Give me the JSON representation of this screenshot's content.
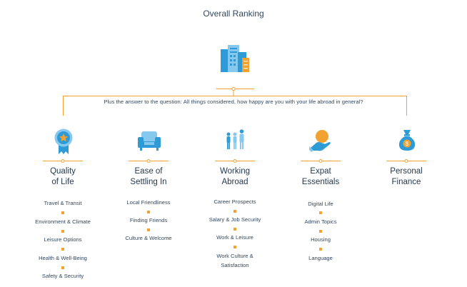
{
  "title": "Overall Ranking",
  "question": "Plus the answer to the question: All things considered, how happy are you with your life abroad in general?",
  "colors": {
    "accent": "#f2a230",
    "blue": "#2e9bd6",
    "light_blue": "#86c8ee",
    "text": "#2a3f57"
  },
  "icons": {
    "top": "office-buildings-icon",
    "quality": "award-ribbon-icon",
    "ease": "armchair-icon",
    "working": "people-group-icon",
    "essentials": "hand-with-coin-icon",
    "finance": "money-bag-icon"
  },
  "categories": [
    {
      "label": "Quality\nof Life",
      "items": [
        "Travel & Transit",
        "Environment & Climate",
        "Leisure Options",
        "Health & Well-Being",
        "Safety & Security"
      ]
    },
    {
      "label": "Ease of\nSettling In",
      "items": [
        "Local Friendliness",
        "Finding Friends",
        "Culture & Welcome"
      ]
    },
    {
      "label": "Working\nAbroad",
      "items": [
        "Career Prospects",
        "Salary & Job Security",
        "Work & Leisure",
        "Work Culture &\nSatisfaction"
      ]
    },
    {
      "label": "Expat\nEssentials",
      "items": [
        "Digital Life",
        "Admin Topics",
        "Housing",
        "Language"
      ]
    },
    {
      "label": "Personal\nFinance",
      "items": []
    }
  ]
}
